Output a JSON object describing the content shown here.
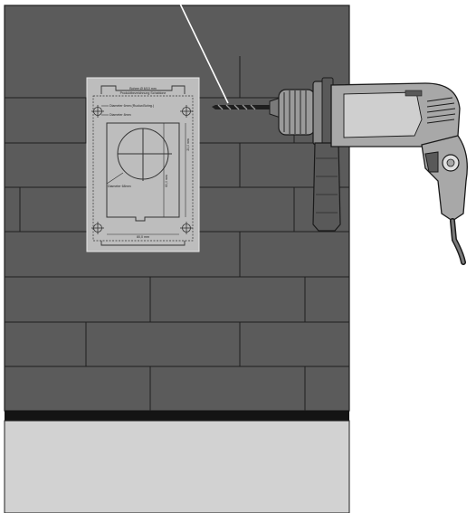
{
  "template": {
    "header_line1": "Bohrer Ø 6/10 mm",
    "header_line2": "Produktbezeichnung Schablone",
    "label_drill_a": "Diameter 6mm (Ruckw.Bohrg.)",
    "label_drill_b": "Diameter 8mm",
    "label_cutout": "Diameter 68mm",
    "dim_width": "80,0 mm",
    "dim_height_left": "60,0 mm",
    "dim_height_right": "20,0 mm"
  },
  "colors": {
    "wall_gray": "#5b5b5b",
    "mortar": "#1f1f1f",
    "floor_band": "#141414",
    "floor_light": "#d2d2d2",
    "template_fill": "#bdbdbd",
    "drill_body": "#a8a8a8",
    "drill_dark": "#595959"
  },
  "icons": {
    "drill": "power-drill-icon",
    "crosshair": "crosshair-icon"
  }
}
